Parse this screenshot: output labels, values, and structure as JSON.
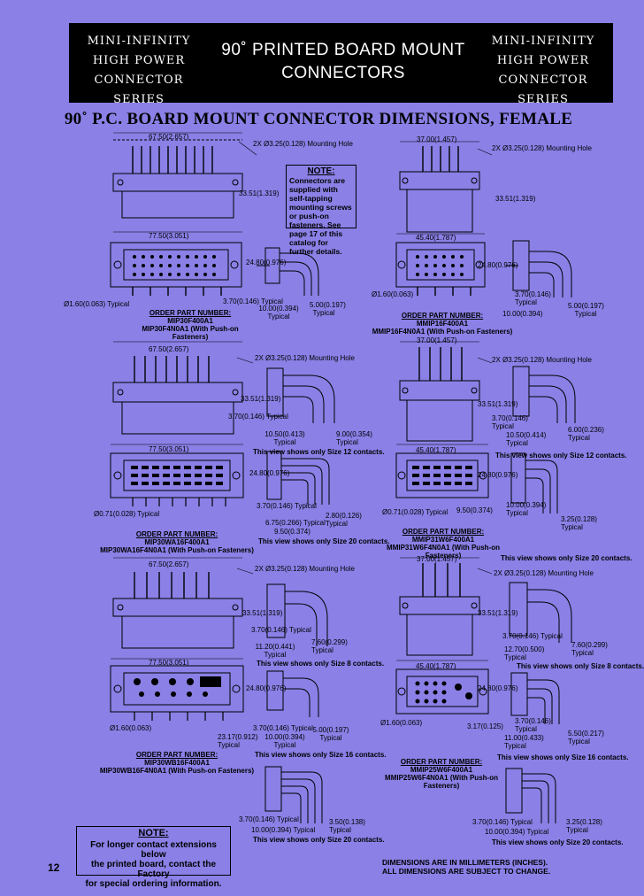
{
  "header": {
    "series_left": [
      "MINI-INFINITY",
      "HIGH POWER",
      "CONNECTOR SERIES"
    ],
    "series_right": [
      "MINI-INFINITY",
      "HIGH POWER",
      "CONNECTOR SERIES"
    ],
    "title_line1": "90˚ PRINTED BOARD MOUNT",
    "title_line2": "CONNECTORS"
  },
  "page_heading": "90˚ P.C. BOARD MOUNT CONNECTOR DIMENSIONS, FEMALE",
  "note_top": {
    "title": "NOTE:",
    "text": "Connectors are supplied with self-tapping mounting screws or push-on fasteners. See page 17 of this catalog for further details."
  },
  "note_bottom": {
    "title": "NOTE:",
    "lines": [
      "For longer contact extensions below",
      "the printed board, contact the Factory",
      "for special ordering information."
    ]
  },
  "page_number": "12",
  "footer": {
    "line1": "DIMENSIONS ARE IN MILLIMETERS (INCHES).",
    "line2": "ALL DIMENSIONS ARE SUBJECT TO CHANGE."
  },
  "orders": {
    "r1l": {
      "heading": "ORDER PART NUMBER:",
      "p1": "MIP30F400A1",
      "p2": "MIP30F4N0A1 (With Push-on Fasteners)"
    },
    "r1r": {
      "heading": "ORDER PART NUMBER:",
      "p1": "MMIP16F400A1",
      "p2": "MMIP16F4N0A1 (With Push-on Fasteners)"
    },
    "r2l": {
      "heading": "ORDER PART NUMBER:",
      "p1": "MIP30WA16F400A1",
      "p2": "MIP30WA16F4N0A1 (With Push-on Fasteners)"
    },
    "r2r": {
      "heading": "ORDER PART NUMBER:",
      "p1": "MMIP31W6F400A1",
      "p2": "MMIP31W6F4N0A1 (With Push-on Fasteners)"
    },
    "r3l": {
      "heading": "ORDER PART NUMBER:",
      "p1": "MIP30WB16F400A1",
      "p2": "MIP30WB16F4N0A1 (With Push-on Fasteners)"
    },
    "r3r": {
      "heading": "ORDER PART NUMBER:",
      "p1": "MMIP25W6F400A1",
      "p2": "MMIP25W6F4N0A1 (With Push-on Fasteners)"
    }
  },
  "dims": {
    "w1": "67.50(2.657)",
    "w2": "37.00(1.457)",
    "w3": "77.50(3.051)",
    "w4": "45.40(1.787)",
    "hole1": "2X Ø3.25(0.128) Mounting Hole",
    "hole2": "2X Ø3.25(0.128) Mounting Hole",
    "h1": "33.51(1.319)",
    "h2": "33.51(1.319)",
    "h3": "24.80(0.976)",
    "h4": "24.80(0.976)",
    "pin1": "Ø1.60(0.063) Typical",
    "pin2": "Ø1.60(0.063)",
    "pin3": "Ø0.71(0.028) Typical",
    "pin4": "Ø0.71(0.028) Typical",
    "pin5": "Ø1.60(0.063)",
    "pin6": "Ø1.60(0.063)",
    "t1": "3.70(0.146) Typical",
    "t2": "10.00(0.394) Typical",
    "t3": "5.00(0.197) Typical",
    "t4": "3.70(0.146) Typical",
    "t5": "10.00(0.394)",
    "t6": "5.00(0.197) Typical",
    "t7": "3.70(0.146) Typical",
    "t8": "10.50(0.413) Typical",
    "t9": "9.00(0.354) Typical",
    "t10": "3.70(0.146) Typical",
    "t11": "10.50(0.414) Typical",
    "t12": "6.00(0.236) Typical",
    "t13": "2.80(0.126) Typical",
    "t14": "6.75(0.266) Typical",
    "t15": "9.50(0.374)",
    "t16": "3.70(0.146) Typical",
    "t17": "10.00(0.394) Typical",
    "t18": "3.25(0.128) Typical",
    "t19": "3.70(0.146) Typical",
    "t20": "11.20(0.441) Typical",
    "t21": "7.60(0.299) Typical",
    "t22": "3.70(0.146) Typical",
    "t23": "12.70(0.500) Typical",
    "t24": "7.60(0.299) Typical",
    "t25": "23.17(0.912) Typical",
    "t26": "3.70(0.146) Typical",
    "t27": "10.00(0.394) Typical",
    "t28": "5.00(0.197) Typical",
    "t29": "3.70(0.146) Typical",
    "t30": "11.00(0.433) Typical",
    "t31": "5.50(0.217) Typical",
    "t32": "3.70(0.146) Typical",
    "t33": "10.00(0.394) Typical",
    "t34": "3.50(0.138) Typical",
    "t35": "3.70(0.146) Typical",
    "t36": "10.00(0.394) Typical",
    "t37": "3.25(0.128) Typical",
    "t38": "3.17(0.125)",
    "t39": "9.50(0.374)"
  },
  "views": {
    "v1": "This view shows only Size 12 contacts.",
    "v2": "This view shows only Size 12 contacts.",
    "v3": "This view shows only Size 20 contacts.",
    "v4": "This view shows only Size 20 contacts.",
    "v5": "This view shows only Size 8 contacts.",
    "v6": "This view shows only Size 8 contacts.",
    "v7": "This view shows only Size 16 contacts.",
    "v8": "This view shows only Size 16 contacts.",
    "v9": "This view shows only Size 20 contacts.",
    "v10": "This view shows only Size 20 contacts."
  }
}
